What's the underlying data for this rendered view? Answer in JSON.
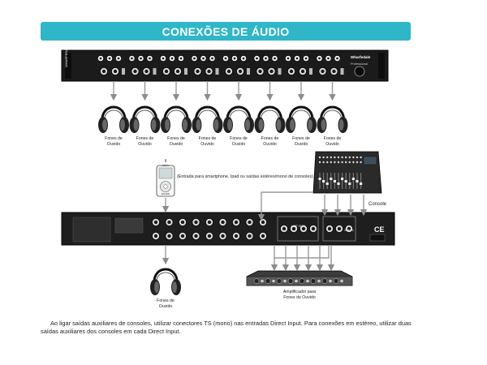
{
  "header": {
    "title": "CONEXÕES DE ÁUDIO"
  },
  "top_unit": {
    "brand": "WHARFEDALE",
    "brand_right": "Wharfedale",
    "model_right": "Professional"
  },
  "headphone_label": [
    "Fones de",
    "Ouvido"
  ],
  "headphone_count": 8,
  "mp3_player": {
    "label": "MENU",
    "bottom": "ENTER",
    "note": "(Entrada para smartphone, Ipad ou saídas estéreo/mono de consoles)"
  },
  "console": {
    "label": "Console"
  },
  "rear_unit": {
    "section_out": "LINE OUT",
    "section_mix": "MIX IN",
    "ce_mark": "CE"
  },
  "amplifier": {
    "label": [
      "Amplificador para",
      "Fones de Ouvido"
    ]
  },
  "bottom_headphone": {
    "label": [
      "Fones de",
      "Ouvido"
    ]
  },
  "footer": {
    "line1": "Ao ligar saídas auxiliares de consoles, utilizar conectores TS (mono) nas entradas Direct Input. Para conexões em estéreo, utilizar duas",
    "line2": "saídas auxiliares dos consoles em cada Direct Input."
  },
  "colors": {
    "accent": "#2fb6c7",
    "device": "#1d1d1d",
    "wire": "#9a9a9a"
  }
}
